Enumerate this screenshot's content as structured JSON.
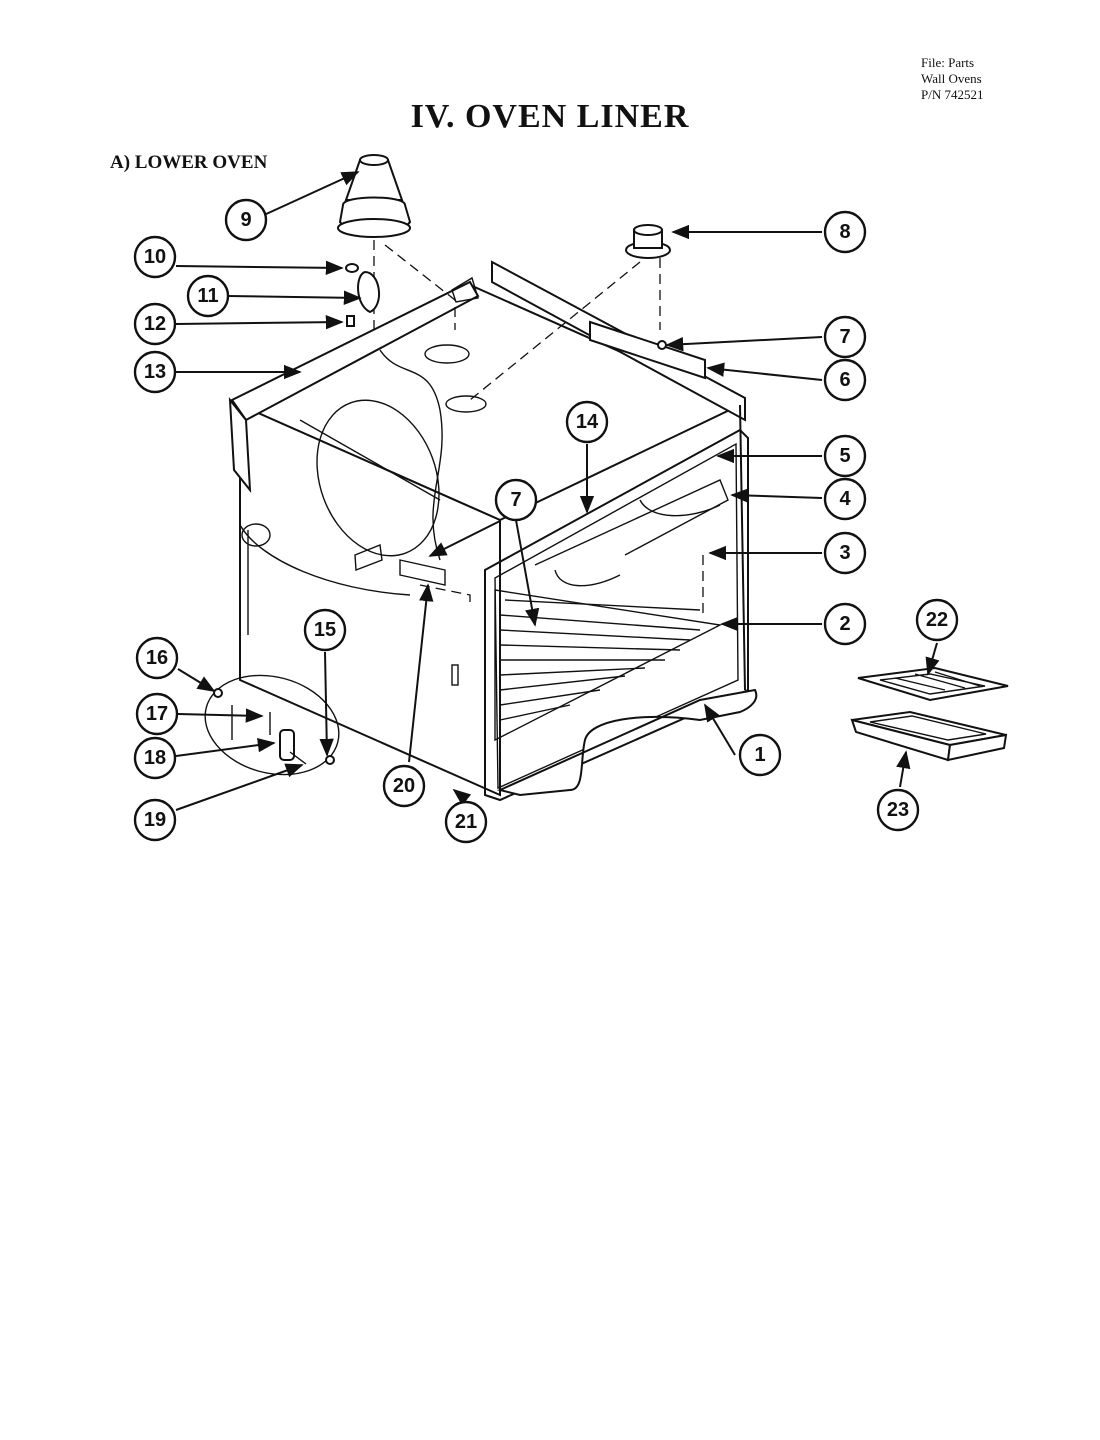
{
  "file_info": {
    "line1": "File: Parts",
    "line2": "Wall Ovens",
    "line3": "P/N 742521"
  },
  "title": "IV. OVEN LINER",
  "section": "A) LOWER OVEN",
  "callouts": [
    "1",
    "2",
    "3",
    "4",
    "5",
    "6",
    "7",
    "7",
    "8",
    "9",
    "10",
    "11",
    "12",
    "13",
    "14",
    "15",
    "16",
    "17",
    "18",
    "19",
    "20",
    "21",
    "22",
    "23"
  ]
}
